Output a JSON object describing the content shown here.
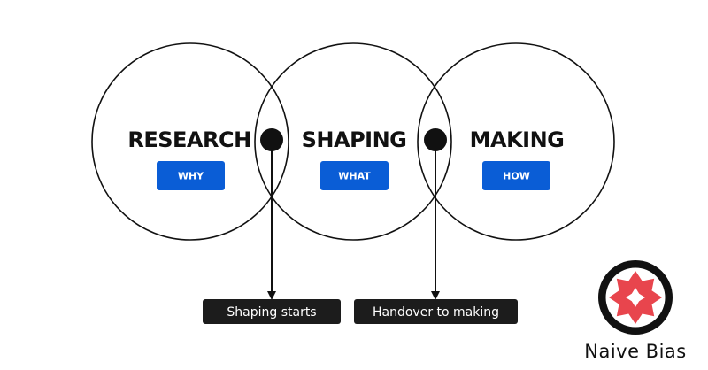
{
  "stages": [
    {
      "title": "RESEARCH",
      "tag": "WHY"
    },
    {
      "title": "SHAPING",
      "tag": "WHAT"
    },
    {
      "title": "MAKING",
      "tag": "HOW"
    }
  ],
  "callouts": [
    {
      "label": "Shaping starts"
    },
    {
      "label": "Handover to making"
    }
  ],
  "logo": {
    "text": "Naive Bias"
  },
  "colors": {
    "tag_fill": "#0a5dd6",
    "callout_fill": "#1c1c1c",
    "ink": "#111111",
    "logo_star": "#e8454d"
  },
  "icons": {
    "connector": "arrow-down-icon",
    "logo": "star-badge-icon"
  }
}
